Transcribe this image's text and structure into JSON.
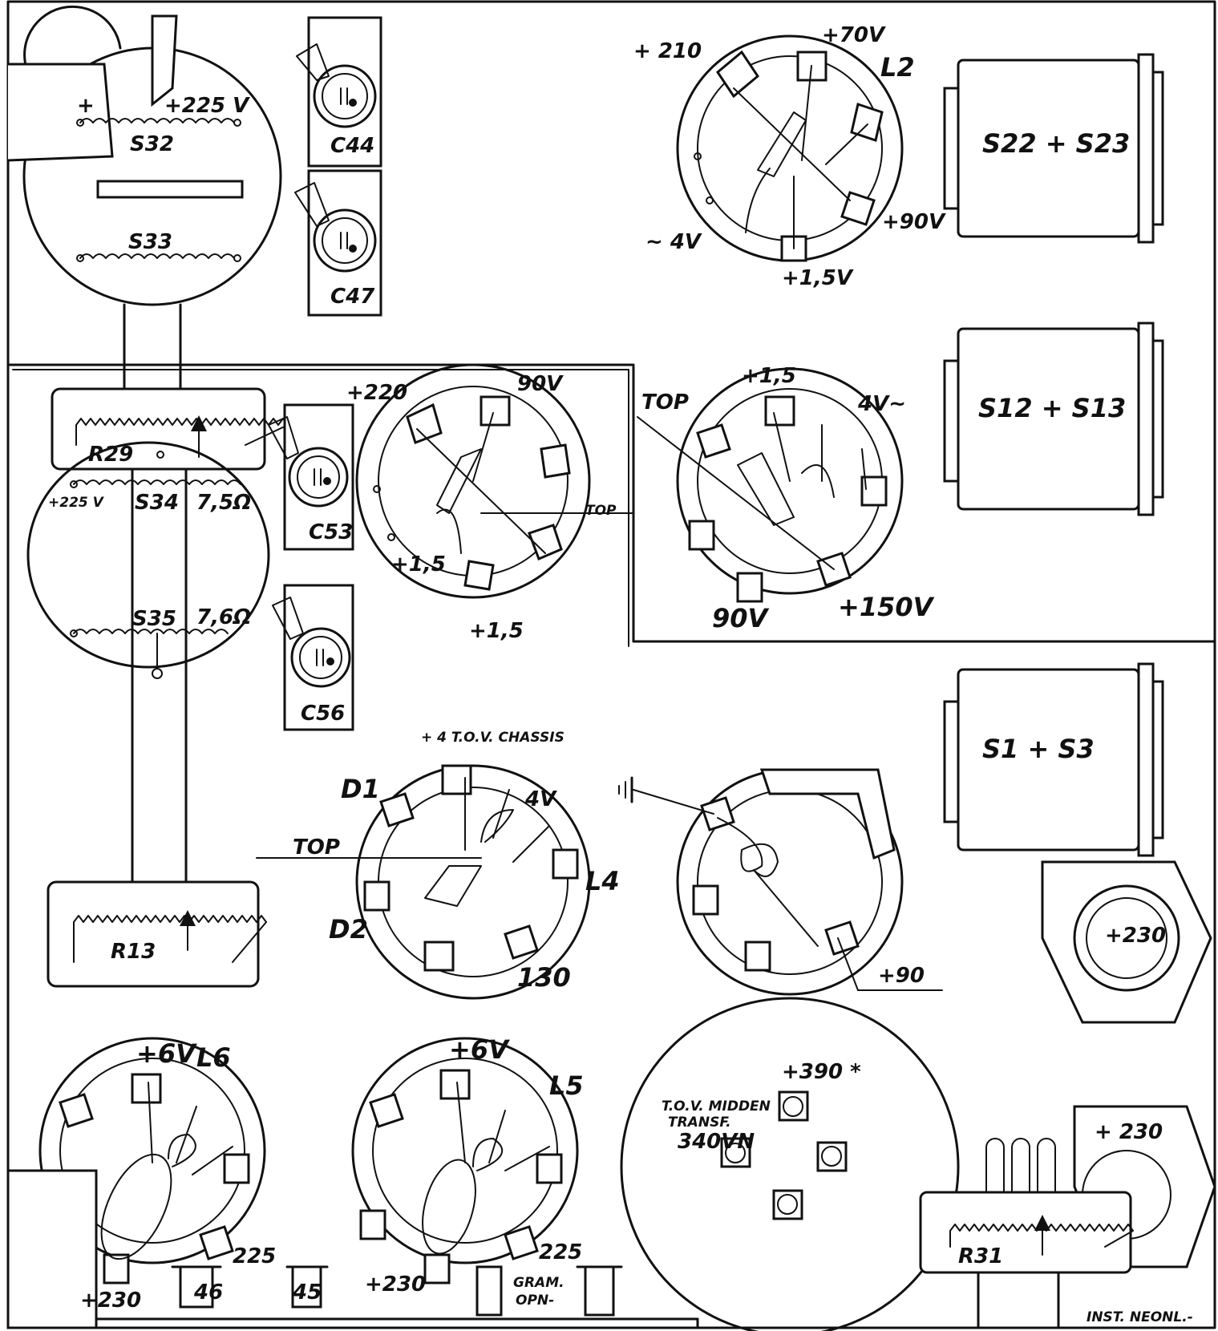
{
  "labels": {
    "s32": "S32",
    "v225_top": "+225 V",
    "plus_sign": "+",
    "s33": "S33",
    "c44": "C44",
    "c47": "C47",
    "r29": "R29",
    "s34": "S34",
    "v225_mid": "+225 V",
    "ohm75": "7,5Ω",
    "s35": "S35",
    "ohm76": "7,6Ω",
    "c53": "C53",
    "c56": "C56",
    "r13": "R13",
    "l2": "L2",
    "v210": "+ 210",
    "v70": "+70V",
    "v90_l2": "+90V",
    "v4_l2": "~ 4V",
    "v15_l2": "+1,5V",
    "s22s23": "S22 + S23",
    "v220": "+220",
    "v90_mid": "90V",
    "top_mid": "TOP",
    "v15_mid": "+1,5",
    "v15_mid2": "+1,5",
    "v15_right_top": "+1,5",
    "top_right": "TOP",
    "v4_right": "4V~",
    "v90_right": "90V",
    "v150_right": "+150V",
    "s12s13": "S12 + S13",
    "chassis": "+ 4 T.O.V. CHASSIS",
    "d1": "D1",
    "d2": "D2",
    "l4": "L4",
    "top_l4": "TOP",
    "v4_l4": "4V",
    "v130": "130",
    "v90_pilot": "+90",
    "s1s3": "S1 + S3",
    "v230_hex": "+230",
    "v6_l6": "+6V",
    "l6": "L6",
    "v225_l6": "225",
    "v230_l6": "+230",
    "lbl46": "46",
    "lbl45": "45",
    "v6_l5": "+6V",
    "l5": "L5",
    "v225_l5": "225",
    "v230_l5": "+230",
    "gram": "GRAM.",
    "opn": "OPN-",
    "transf1": "T.O.V. MIDDEN",
    "transf2": "TRANSF.",
    "transf3": "340VN",
    "v390": "+390 *",
    "v230_br": "+ 230",
    "r31": "R31",
    "neon": "INST. NEONL.-"
  }
}
